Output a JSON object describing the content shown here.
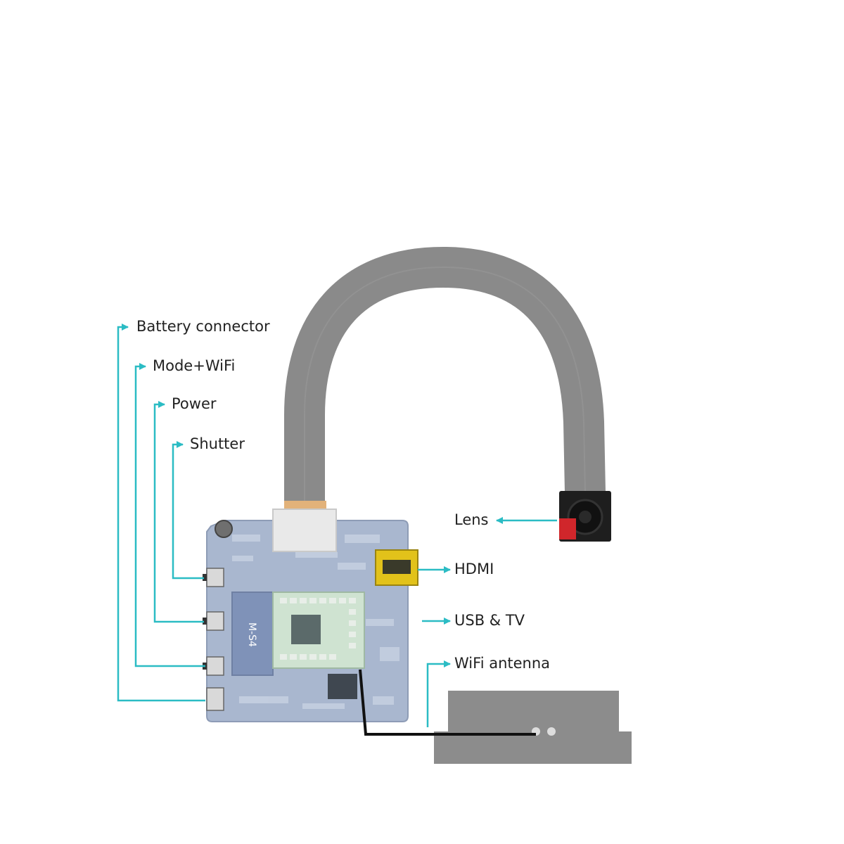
{
  "labels": {
    "battery_connector": "Battery connector",
    "mode_wifi": "Mode+WiFi",
    "power": "Power",
    "shutter": "Shutter",
    "lens": "Lens",
    "hdmi": "HDMI",
    "usb_tv": "USB & TV",
    "wifi_antenna": "WiFi antenna"
  },
  "board_silkscreen": "M-S4",
  "colors": {
    "callout_line": "#2bbcc4",
    "ribbon_cable": "#8a8a8a",
    "pcb": "#a9b7cf",
    "antenna_plate": "#8c8c8c",
    "hdmi_port": "#e2c21a",
    "lens_marker": "#d0262b"
  },
  "icons": [
    "arrow-right-icon",
    "arrow-left-icon"
  ]
}
